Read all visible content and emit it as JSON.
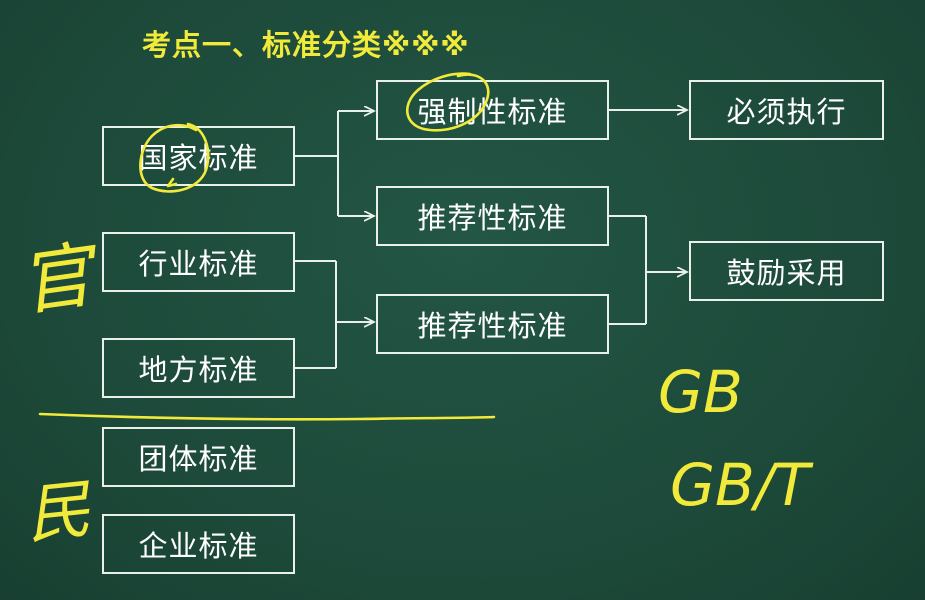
{
  "title": "考点一、标准分类※※※",
  "boxes": {
    "national": "国家标准",
    "industry": "行业标准",
    "local": "地方标准",
    "group": "团体标准",
    "enterprise": "企业标准",
    "mandatory": "强制性标准",
    "recommended_1": "推荐性标准",
    "recommended_2": "推荐性标准",
    "must_execute": "必须执行",
    "encourage_adopt": "鼓励采用"
  },
  "handwritten": {
    "official": "官",
    "civil": "民",
    "gb": "GB",
    "gbt": "GB/T"
  },
  "colors": {
    "board": "#1d4b3b",
    "chalk": "#e9efe9",
    "highlight": "#f2ea3a"
  }
}
